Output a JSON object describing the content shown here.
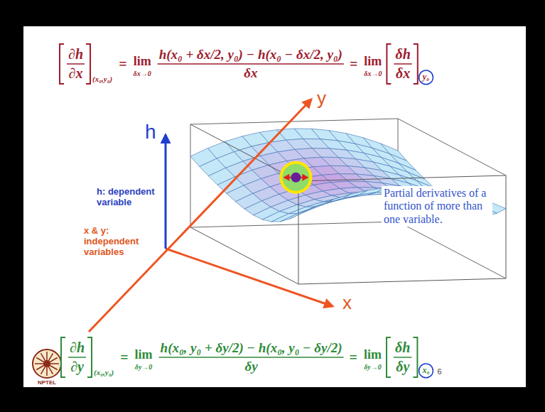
{
  "diagram": {
    "labels": [
      "∂h",
      "∂x",
      "(x₀,y₀)",
      "=",
      "lim",
      "δx→0",
      "h(x₀ + δx/2, y₀) − h(x₀ − δx/2, y₀)",
      "δx",
      "=",
      "lim",
      "δx→0",
      "δh",
      "δx",
      "y₀",
      "y",
      "h",
      "h: dependent variable",
      "x & y: independent variables",
      "Partial derivatives of a function of more than one variable.",
      "x",
      "∂h",
      "∂y",
      "(x₀,y₀)",
      "=",
      "lim",
      "δy→0",
      "h(x₀, y₀ + δy/2) − h(x₀, y₀ − δy/2)",
      "δy",
      "=",
      "lim",
      "δy→0",
      "δh",
      "δy",
      "x₀",
      "6",
      "NPTEL"
    ]
  }
}
